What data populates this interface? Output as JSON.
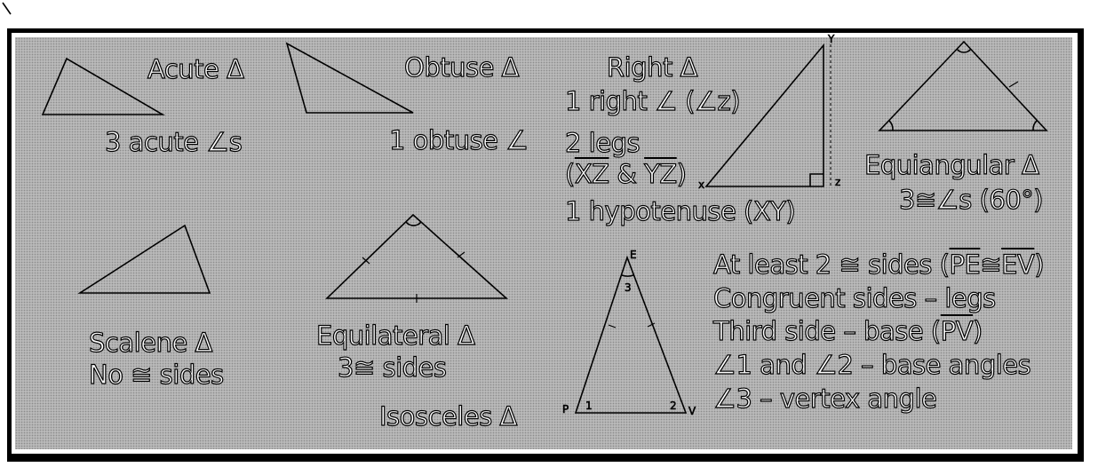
{
  "acute": {
    "title": "Acute Δ",
    "desc": "3 acute ∠s"
  },
  "obtuse": {
    "title": "Obtuse Δ",
    "desc": "1 obtuse ∠"
  },
  "right": {
    "title": "Right Δ",
    "line1": "1 right ∠ (∠z)",
    "line2": "2 legs",
    "line3_a": "(",
    "line3_b": "XZ",
    "line3_c": " & ",
    "line3_d": "YZ",
    "line3_e": ")",
    "line4": "1 hypotenuse (XY)",
    "vertex_y": "Y",
    "vertex_x": "x",
    "vertex_z": "z"
  },
  "equiangular": {
    "title": "Equiangular Δ",
    "desc": "3≅∠s (60°)"
  },
  "scalene": {
    "title": "Scalene Δ",
    "desc": "No ≅ sides"
  },
  "equilateral": {
    "title": "Equilateral Δ",
    "desc": "3≅ sides"
  },
  "isosceles": {
    "title": "Isosceles Δ",
    "vertex_e": "E",
    "vertex_p": "P",
    "vertex_v": "V",
    "angle1": "1",
    "angle2": "2",
    "angle3": "3"
  },
  "isosceles_notes": {
    "n1_a": "At least 2 ≅ sides (",
    "n1_b": "PE",
    "n1_c": "≅",
    "n1_d": "EV",
    "n1_e": ")",
    "n2": "Congruent sides – legs",
    "n3_a": "Third side – base (",
    "n3_b": "PV",
    "n3_c": ")",
    "n4": "∠1 and ∠2 – base angles",
    "n5": "∠3 – vertex angle"
  }
}
